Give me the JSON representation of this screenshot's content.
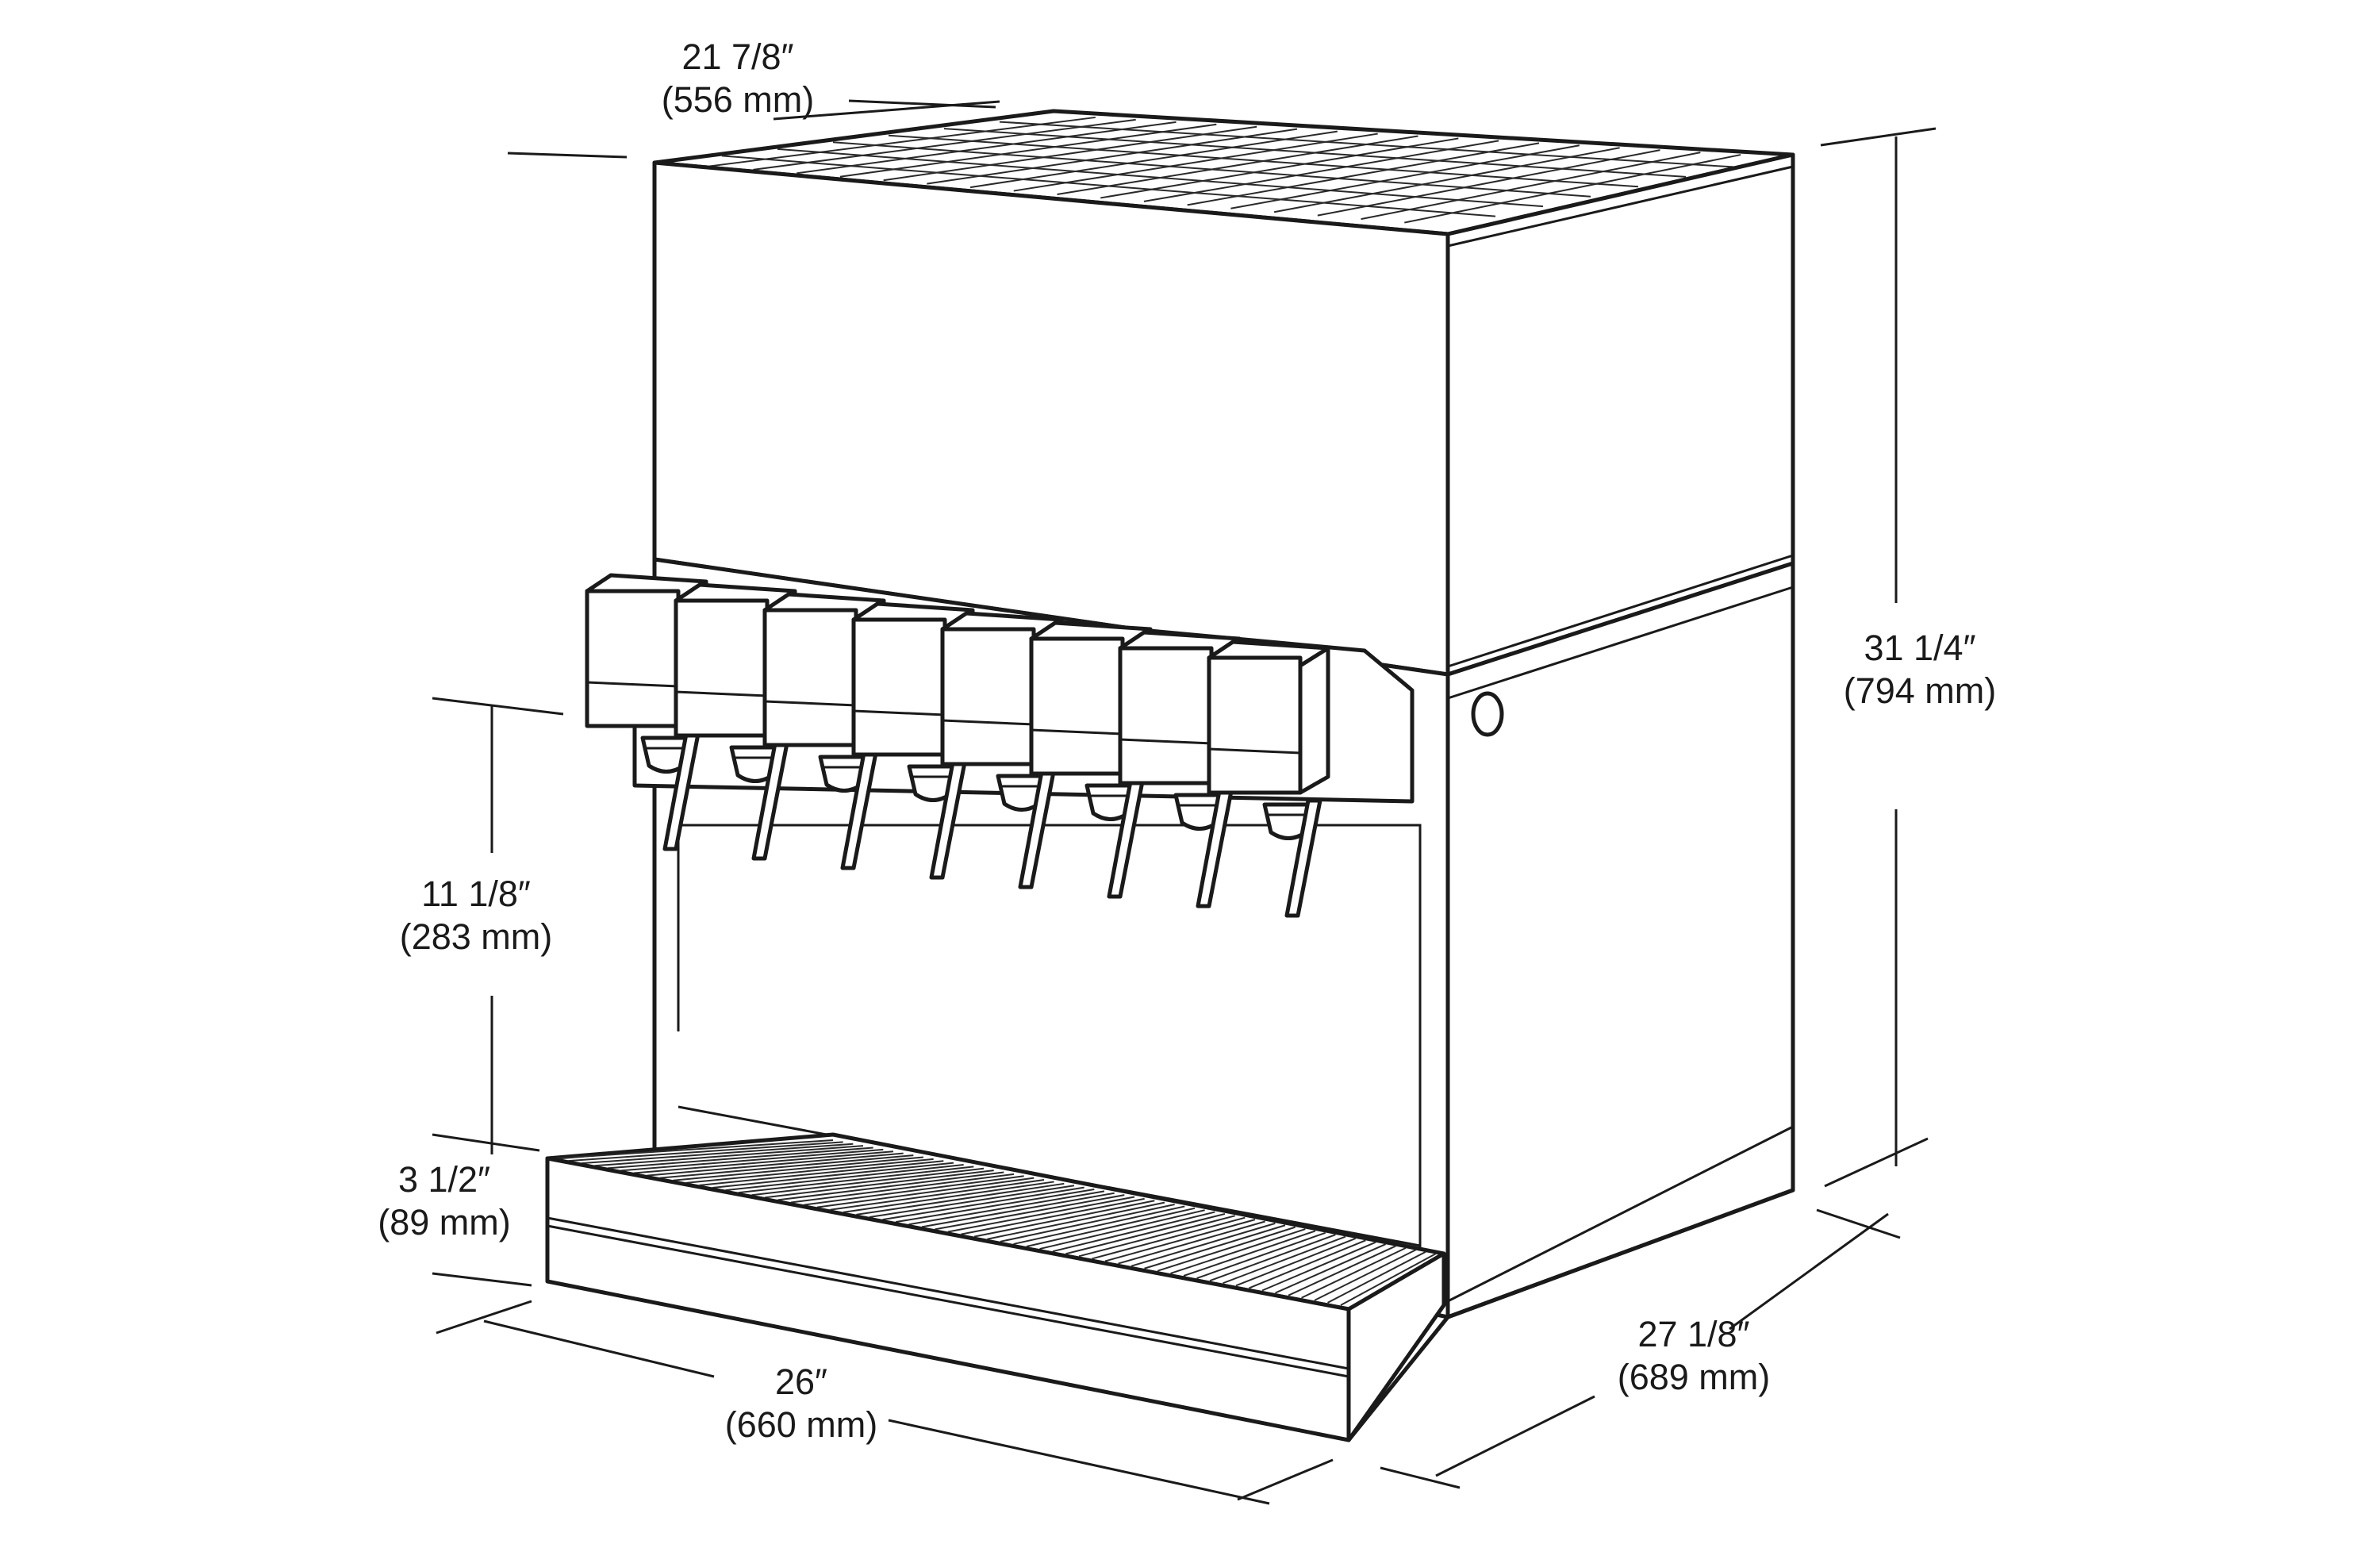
{
  "dimensions": {
    "top_depth": {
      "imperial": "21 7/8″",
      "metric": "(556 mm)"
    },
    "height": {
      "imperial": "31 1/4″",
      "metric": "(794 mm)"
    },
    "clearance": {
      "imperial": "11 1/8″",
      "metric": "(283 mm)"
    },
    "tray_height": {
      "imperial": "3 1/2″",
      "metric": "(89 mm)"
    },
    "width": {
      "imperial": "26″",
      "metric": "(660 mm)"
    },
    "depth": {
      "imperial": "27 1/8″",
      "metric": "(689 mm)"
    }
  },
  "product": {
    "valve_count": 8
  },
  "colors": {
    "line": "#1a1a1a",
    "background": "#ffffff"
  }
}
